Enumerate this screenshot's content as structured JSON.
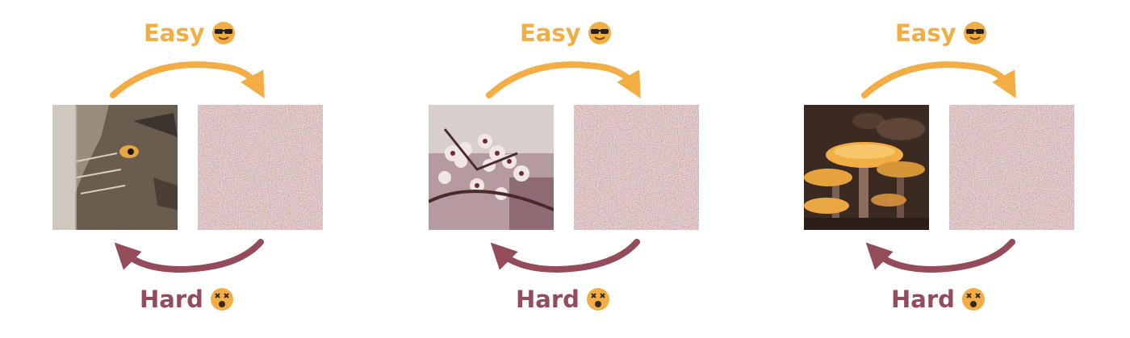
{
  "labels": {
    "easy": "Easy",
    "hard": "Hard"
  },
  "colors": {
    "easy": "#f2ae44",
    "hard": "#944b5a",
    "emoji_face": "#f2ae44"
  },
  "icons": {
    "easy": "sunglasses-face-emoji",
    "hard": "dizzy-face-emoji"
  },
  "pairs": [
    {
      "image": "cat-photo",
      "noise": "noise-image"
    },
    {
      "image": "cherry-blossom-photo",
      "noise": "noise-image"
    },
    {
      "image": "mushroom-photo",
      "noise": "noise-image"
    }
  ]
}
